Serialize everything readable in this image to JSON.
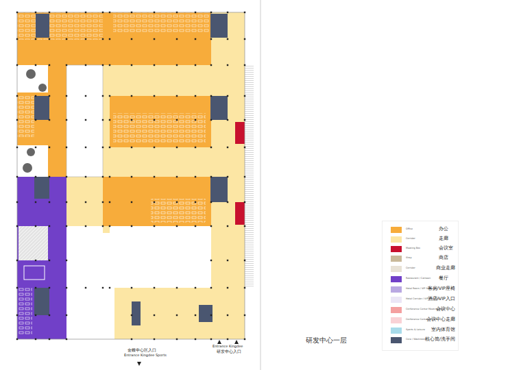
{
  "diagram": {
    "title": "研发中心一层",
    "labels": [
      "金蝶中心区入口",
      "Entrance Kingdee Sports",
      "Entrance Kingdee",
      "研发中心入口",
      "Office",
      "Corridor",
      "Meeting Box",
      "Shop",
      "Corridor",
      "Restaurant / Canteen",
      "Hotel Room / VIP Seating",
      "Hotel Corridor / VIP Entrance",
      "Conference Center Meeting Room",
      "Conference Center Corridor",
      "Sports & Leisure",
      "Core / Washrooms"
    ],
    "legend": [
      {
        "text": "办公",
        "color": "#f7ac3b"
      },
      {
        "text": "走廊",
        "color": "#fce6a4"
      },
      {
        "text": "会议室",
        "color": "#c8102e"
      },
      {
        "text": "商店",
        "color": "#c9b99a"
      },
      {
        "text": "商业走廊",
        "color": "#e8e2d6"
      },
      {
        "text": "餐厅",
        "color": "#7140c8"
      },
      {
        "text": "客房/VIP座椅",
        "color": "#b9a8e2"
      },
      {
        "text": "酒店/VIP入口",
        "color": "#ebe6f6"
      },
      {
        "text": "会议中心",
        "color": "#f4a0a0"
      },
      {
        "text": "会议中心走廊",
        "color": "#f9d2d6"
      },
      {
        "text": "室内体育馆",
        "color": "#a8dbea"
      },
      {
        "text": "核心筒/洗手间",
        "color": "#4a5670"
      }
    ]
  }
}
